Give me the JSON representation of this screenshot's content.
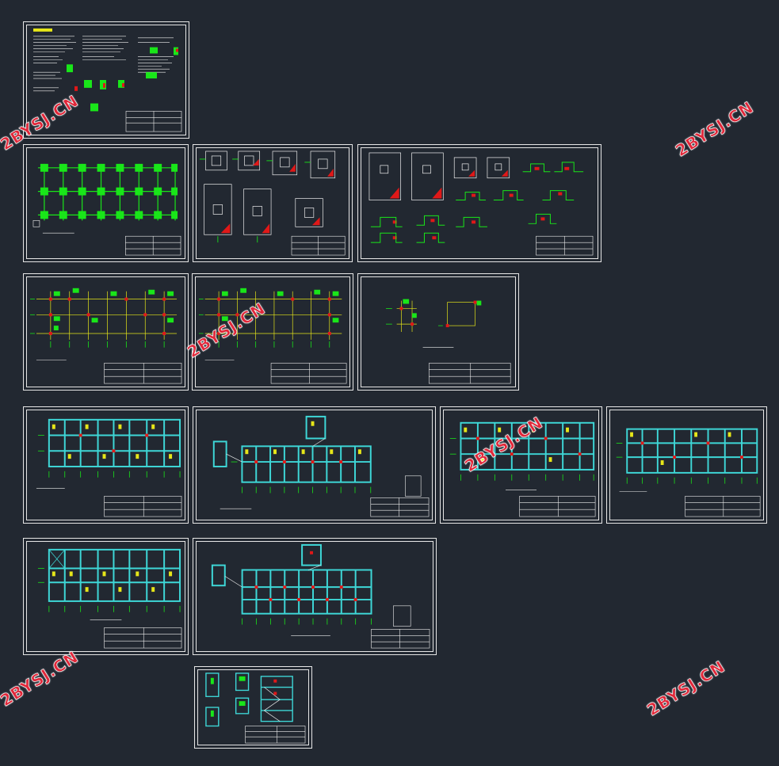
{
  "canvas": {
    "background": "#222831",
    "frame_color": "#e6e6e6"
  },
  "watermark": {
    "text": "2BYSJ.CN",
    "color": "#e0283a"
  },
  "colors": {
    "rebar_green": "#19e619",
    "beam_cyan": "#3ed7d7",
    "highlight_red": "#e01818",
    "annotation_yellow": "#e6e619",
    "text_white": "#f0f0f0"
  },
  "sheets": [
    {
      "id": "general-notes",
      "kind": "notes"
    },
    {
      "id": "foundation-plan",
      "kind": "plan-green"
    },
    {
      "id": "footing-details-1",
      "kind": "footings"
    },
    {
      "id": "footing-details-2",
      "kind": "footings-mixed"
    },
    {
      "id": "column-layout-1",
      "kind": "column-grid"
    },
    {
      "id": "column-layout-2",
      "kind": "column-grid"
    },
    {
      "id": "column-detail",
      "kind": "column-detail"
    },
    {
      "id": "beam-plan-1",
      "kind": "beam-plan"
    },
    {
      "id": "beam-plan-2",
      "kind": "beam-plan-ext"
    },
    {
      "id": "beam-plan-3",
      "kind": "beam-plan"
    },
    {
      "id": "beam-plan-4",
      "kind": "beam-plan"
    },
    {
      "id": "slab-plan-1",
      "kind": "beam-plan"
    },
    {
      "id": "slab-plan-2",
      "kind": "beam-plan-ext"
    },
    {
      "id": "stair-detail",
      "kind": "stair"
    }
  ]
}
